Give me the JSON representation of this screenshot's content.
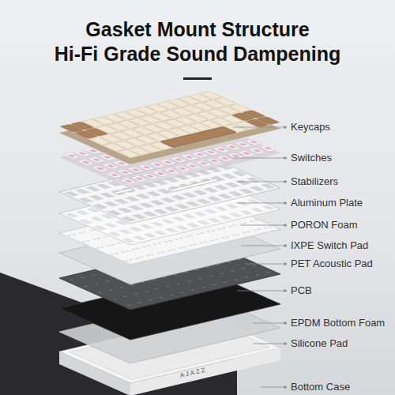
{
  "diagram": {
    "title": "Gasket Mount Structure Hi-Fi Grade Sound Dampening",
    "labels": [
      "Keycaps",
      "Switches",
      "Stabilizers",
      "Aluminum Plate",
      "PORON Foam",
      "IXPE Switch Pad",
      "PET Acoustic Pad",
      "PCB",
      "EPDM Bottom Foam",
      "Silicone Pad",
      "Bottom Case",
      "AJAZZ"
    ]
  }
}
